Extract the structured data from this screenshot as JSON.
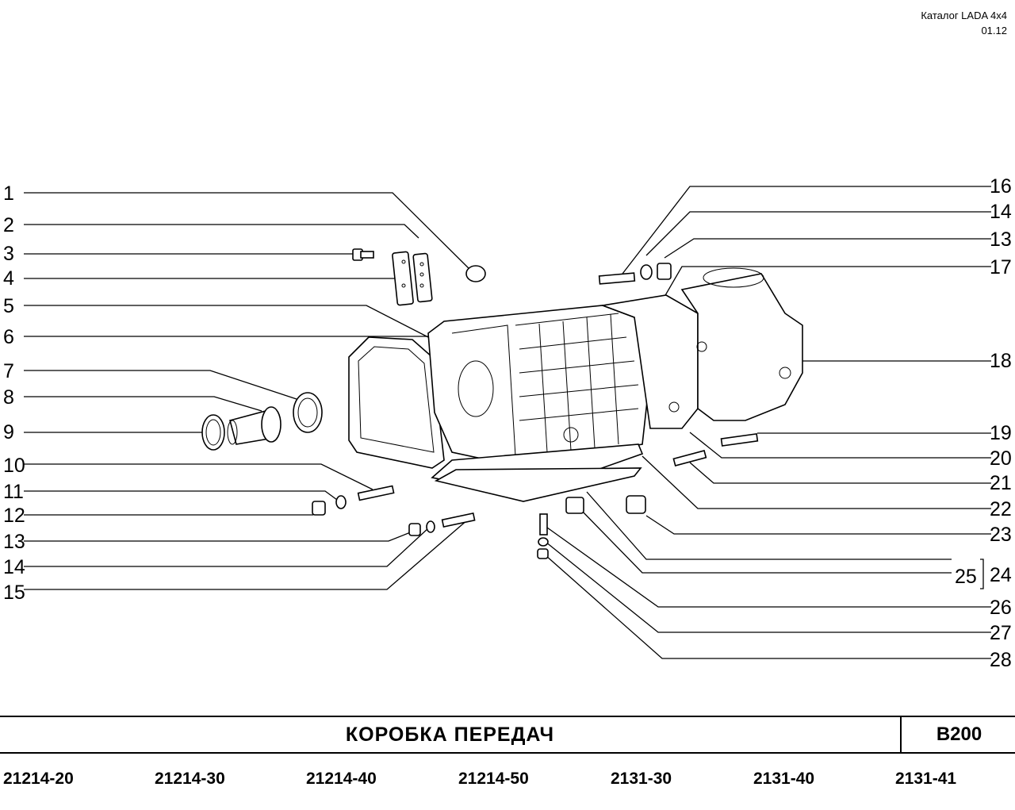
{
  "header": {
    "catalog": "Каталог  LADA  4x4",
    "date": "01.12"
  },
  "callouts_left": [
    "1",
    "2",
    "3",
    "4",
    "5",
    "6",
    "7",
    "8",
    "9",
    "10",
    "11",
    "12",
    "13",
    "14",
    "15"
  ],
  "callouts_right": [
    "16",
    "14",
    "13",
    "17",
    "18",
    "19",
    "20",
    "21",
    "22",
    "23",
    "24",
    "25",
    "26",
    "27",
    "28"
  ],
  "title_block": {
    "title": "КОРОБКА   ПЕРЕДАЧ",
    "code": "B200"
  },
  "models": [
    "21214-20",
    "21214-30",
    "21214-40",
    "21214-50",
    "2131-30",
    "2131-40",
    "2131-41"
  ]
}
